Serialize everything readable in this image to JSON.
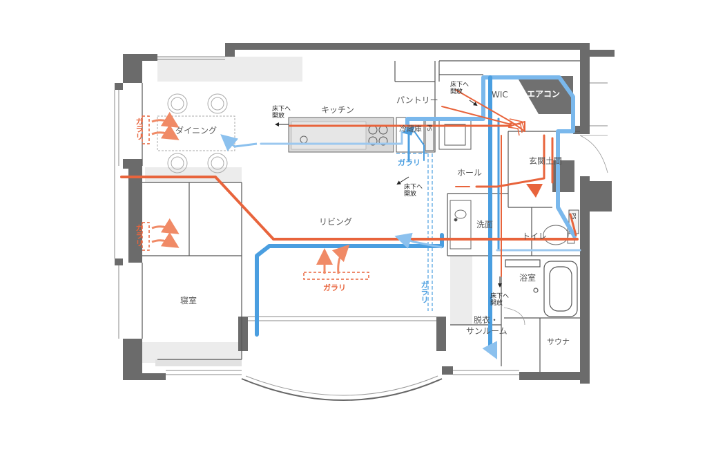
{
  "rooms": {
    "kitchen": "キッチン",
    "dining": "ダイニング",
    "pantry": "パントリー",
    "wic": "WIC",
    "aircon": "エアコン",
    "entrance": "玄関土間",
    "hall": "ホール",
    "living": "リビング",
    "washroom": "洗面",
    "toilet": "トイレ",
    "bathroom": "浴室",
    "dressing_line1": "脱衣・",
    "dressing_line2": "サンルーム",
    "sauna": "サウナ",
    "bedroom": "寝室",
    "fridge": "冷蔵庫"
  },
  "labels": {
    "garari": "ガラリ",
    "floor_open_line1": "床下へ",
    "floor_open_line2": "開放",
    "ps": "PS"
  },
  "colors": {
    "warm_duct": "#e8643c",
    "cool_duct": "#4a9ee0",
    "light_duct": "#9cc8ef",
    "wall": "#6b6b6b",
    "aircon_fill": "#707070"
  }
}
